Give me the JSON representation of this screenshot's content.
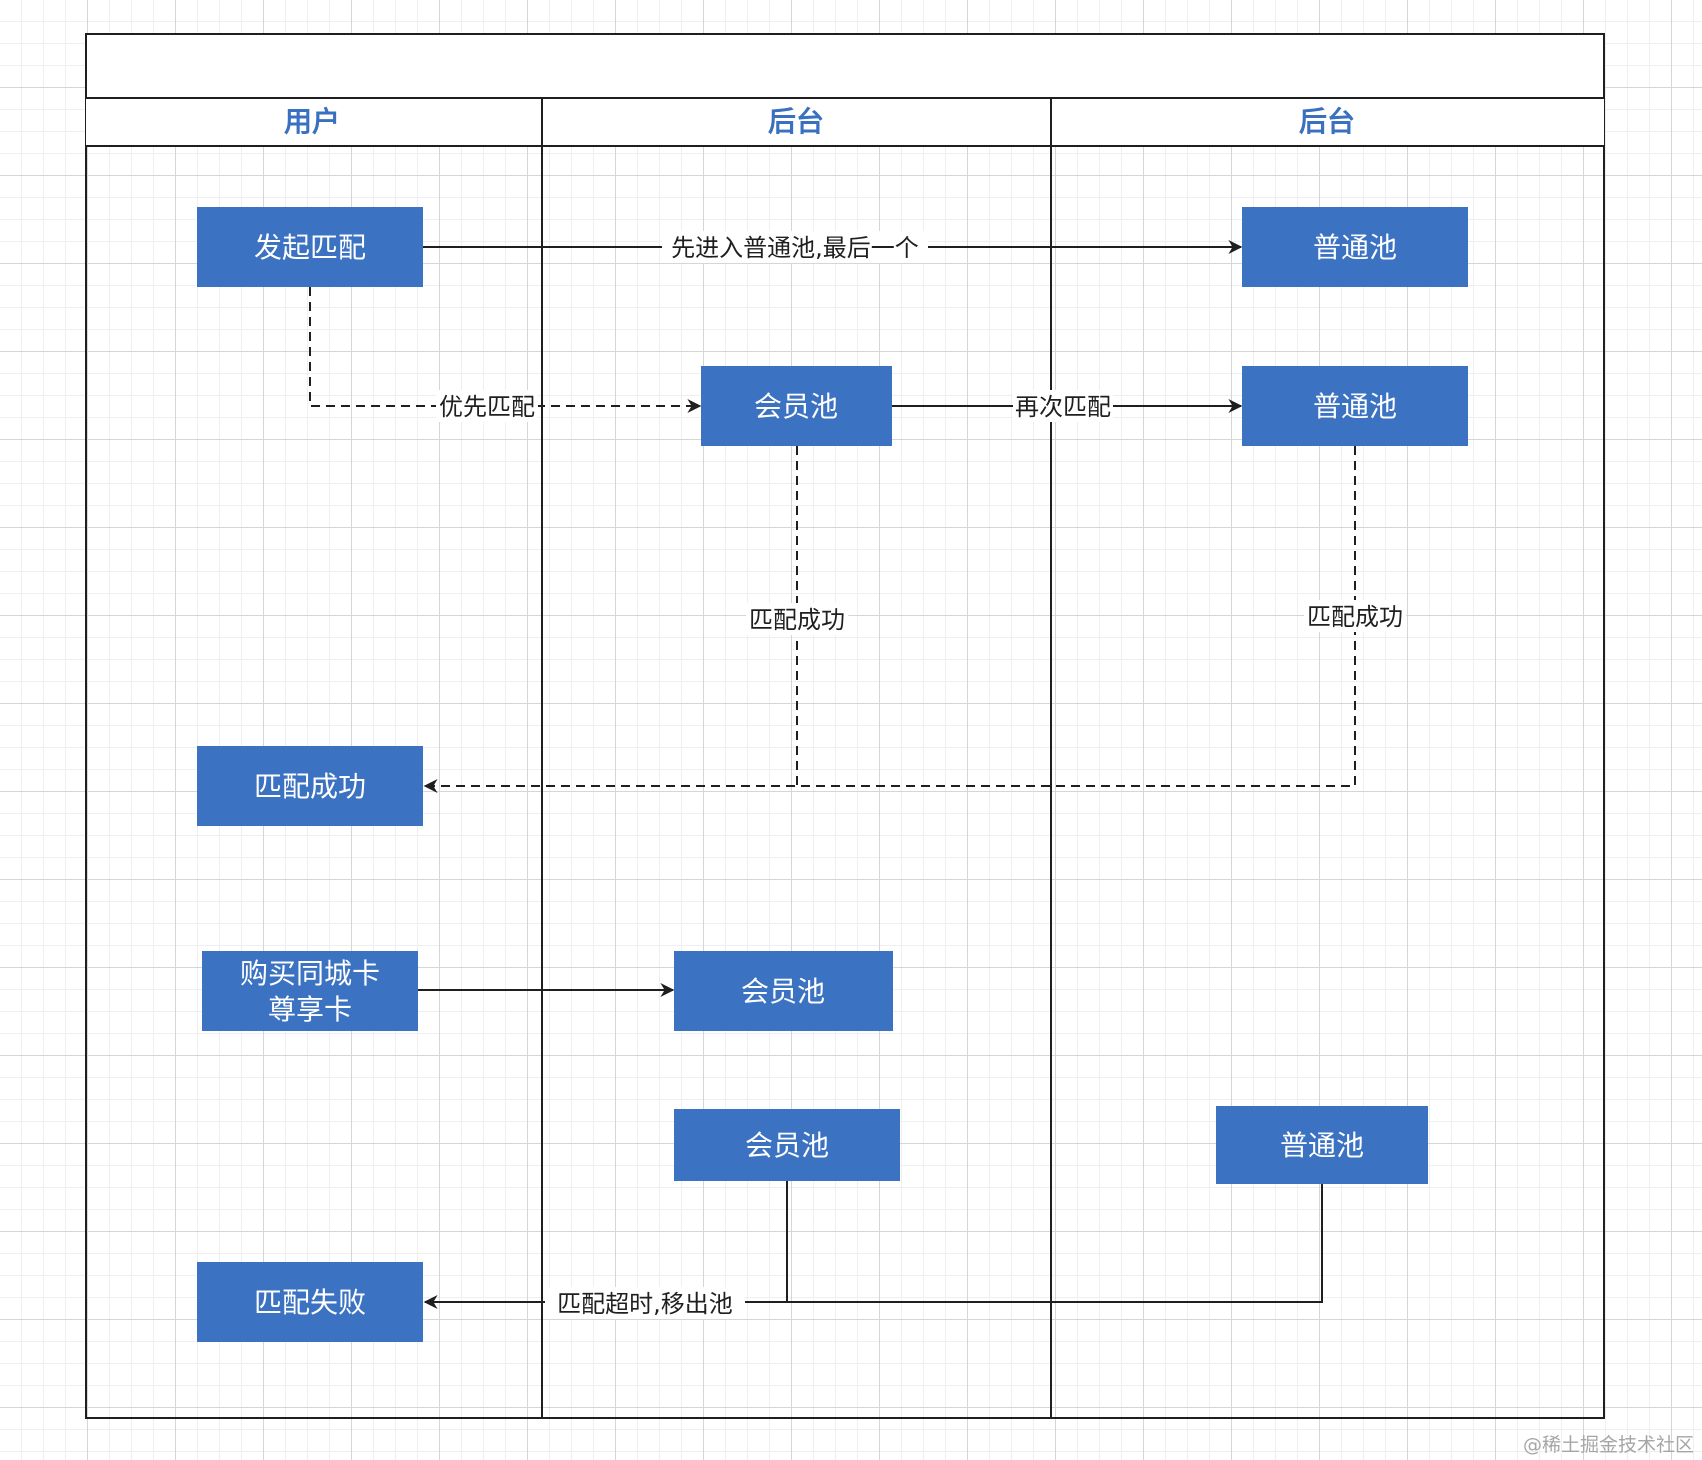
{
  "diagram": {
    "header_title": "",
    "lanes": [
      {
        "id": "user",
        "title": "用户"
      },
      {
        "id": "backend1",
        "title": "后台"
      },
      {
        "id": "backend2",
        "title": "后台"
      }
    ],
    "nodes": [
      {
        "id": "start-match",
        "lines": [
          "发起匹配"
        ]
      },
      {
        "id": "normal-pool-1",
        "lines": [
          "普通池"
        ]
      },
      {
        "id": "member-pool-1",
        "lines": [
          "会员池"
        ]
      },
      {
        "id": "normal-pool-2",
        "lines": [
          "普通池"
        ]
      },
      {
        "id": "match-success",
        "lines": [
          "匹配成功"
        ]
      },
      {
        "id": "buy-card",
        "lines": [
          "购买同城卡",
          "尊享卡"
        ]
      },
      {
        "id": "member-pool-2",
        "lines": [
          "会员池"
        ]
      },
      {
        "id": "member-pool-3",
        "lines": [
          "会员池"
        ]
      },
      {
        "id": "normal-pool-3",
        "lines": [
          "普通池"
        ]
      },
      {
        "id": "match-fail",
        "lines": [
          "匹配失败"
        ]
      }
    ],
    "edges": [
      {
        "id": "start-to-normal",
        "from": "start-match",
        "to": "normal-pool-1",
        "label": "先进入普通池,最后一个",
        "style": "solid"
      },
      {
        "id": "start-to-member",
        "from": "start-match",
        "to": "member-pool-1",
        "label": "优先匹配",
        "style": "dashed"
      },
      {
        "id": "member-to-normal",
        "from": "member-pool-1",
        "to": "normal-pool-2",
        "label": "再次匹配",
        "style": "solid"
      },
      {
        "id": "member-success",
        "from": "member-pool-1",
        "to": "match-success",
        "label": "匹配成功",
        "style": "dashed"
      },
      {
        "id": "normal-success",
        "from": "normal-pool-2",
        "to": "match-success",
        "label": "匹配成功",
        "style": "dashed"
      },
      {
        "id": "buy-to-member",
        "from": "buy-card",
        "to": "member-pool-2",
        "label": "",
        "style": "solid"
      },
      {
        "id": "timeout-remove",
        "from": "member-pool-3",
        "to": "match-fail",
        "label": "匹配超时,移出池",
        "style": "solid"
      },
      {
        "id": "normal-timeout",
        "from": "normal-pool-3",
        "to": "match-fail",
        "label": "",
        "style": "solid"
      }
    ],
    "watermark": "@稀土掘金技术社区"
  },
  "colors": {
    "node_fill": "#3b72c2",
    "node_text": "#ffffff",
    "lane_title": "#3a70c0",
    "line": "#1f1f1f",
    "grid": "#e0e0e0"
  }
}
